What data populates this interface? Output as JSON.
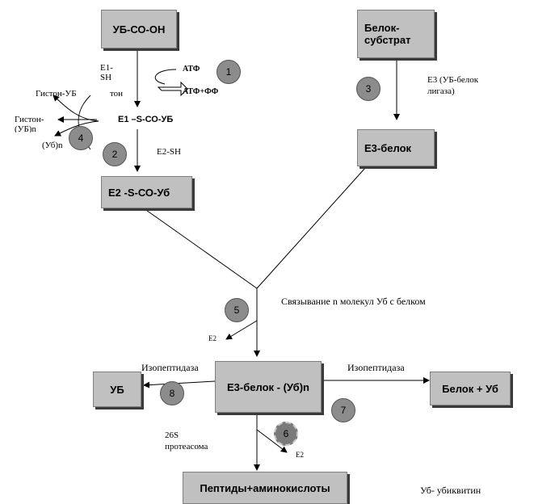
{
  "boxes": {
    "ub_co_oh": "УБ-СО-ОН",
    "substrate_protein": "Белок-\nсубстрат",
    "e3_protein": "Е3-белок",
    "e2_s_co_ub": "Е2 -S-СО-Уб",
    "e3_protein_ub_n": "Е3-белок - (Уб)n",
    "ub": "УБ",
    "protein_plus_ub": "Белок + Уб",
    "peptides_amino_acids": "Пептиды+аминокислоты"
  },
  "labels": {
    "e1_sh": "Е1-\nSH",
    "atp": "АТФ",
    "atp_pp": "АТФ+ФФ",
    "e3_ligase": "Е3 (УБ-белок\nлигаза)",
    "histone_ub": "Гистон-УБ",
    "histone_frag": "тон",
    "histone_ub_n": "Гистон-\n(УБ)n",
    "e1_s_co_ub": "Е1 –S-СО-УБ",
    "ub_n": "(Уб)n",
    "e2_sh": "Е2-SH",
    "binding": "Связывание n молекул Уб с белком",
    "e2_small": "Е2",
    "isopeptidase_left": "Изопептидаза",
    "isopeptidase_right": "Изопептидаза",
    "proteasome": "26S\nпротеасома",
    "e2_bottom": "Е2",
    "legend": "Уб- убиквитин"
  },
  "steps": [
    "1",
    "2",
    "3",
    "4",
    "5",
    "6",
    "7",
    "8"
  ]
}
